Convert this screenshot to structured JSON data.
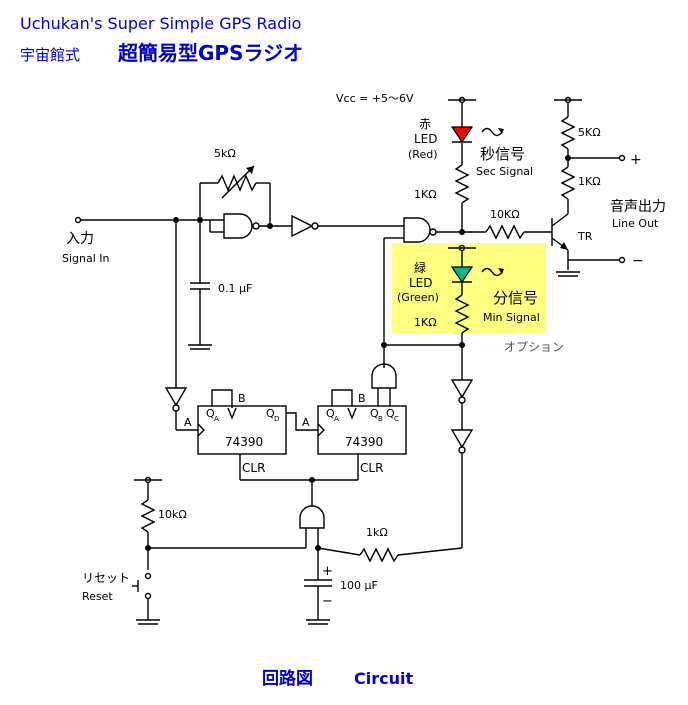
{
  "header": {
    "title_en": "Uchukan's Super Simple GPS Radio",
    "title_jp_prefix": "宇宙館式",
    "title_jp_main": "超簡易型GPSラジオ"
  },
  "footer": {
    "caption_jp": "回路図",
    "caption_en": "Circuit"
  },
  "labels": {
    "vcc": "Vcc = +5～6V",
    "led_red_jp": "赤",
    "led_red": "LED",
    "led_red_en": "(Red)",
    "led_green_jp": "緑",
    "led_green": "LED",
    "led_green_en": "(Green)",
    "sec_jp": "秒信号",
    "sec_en": "Sec Signal",
    "min_jp": "分信号",
    "min_en": "Min Signal",
    "option_jp": "オプション",
    "in_jp": "入力",
    "in_en": "Signal In",
    "out_jp": "音声出力",
    "out_en": "Line Out",
    "reset_jp": "リセット",
    "reset_en": "Reset",
    "r_pot": "5kΩ",
    "r_1k_a": "1KΩ",
    "r_1k_b": "1KΩ",
    "r_10k_base": "10KΩ",
    "r_5k_top": "5KΩ",
    "r_1k_tr": "1KΩ",
    "r_10k_reset": "10kΩ",
    "r_1k_charge": "1kΩ",
    "c_01": "0.1 μF",
    "c_100": "100 μF",
    "tr": "TR",
    "plus": "+",
    "minus": "−",
    "ic1": "74390",
    "ic2": "74390",
    "clr1": "CLR",
    "clr2": "CLR",
    "pin_a1": "A",
    "pin_qa1": "Q",
    "pin_qa1_sub": "A",
    "pin_b1": "B",
    "pin_qd1": "Q",
    "pin_qd1_sub": "D",
    "pin_a2": "A",
    "pin_qa2": "Q",
    "pin_qa2_sub": "A",
    "pin_b2": "B",
    "pin_qb2": "Q",
    "pin_qb2_sub": "B",
    "pin_qc2": "Q",
    "pin_qc2_sub": "C",
    "cap_plus": "+",
    "cap_minus": "−"
  },
  "colors": {
    "title_blue": "#0000cc",
    "led_red": "#ff0000",
    "led_green": "#00b890",
    "option_highlight": "#ffff80"
  }
}
